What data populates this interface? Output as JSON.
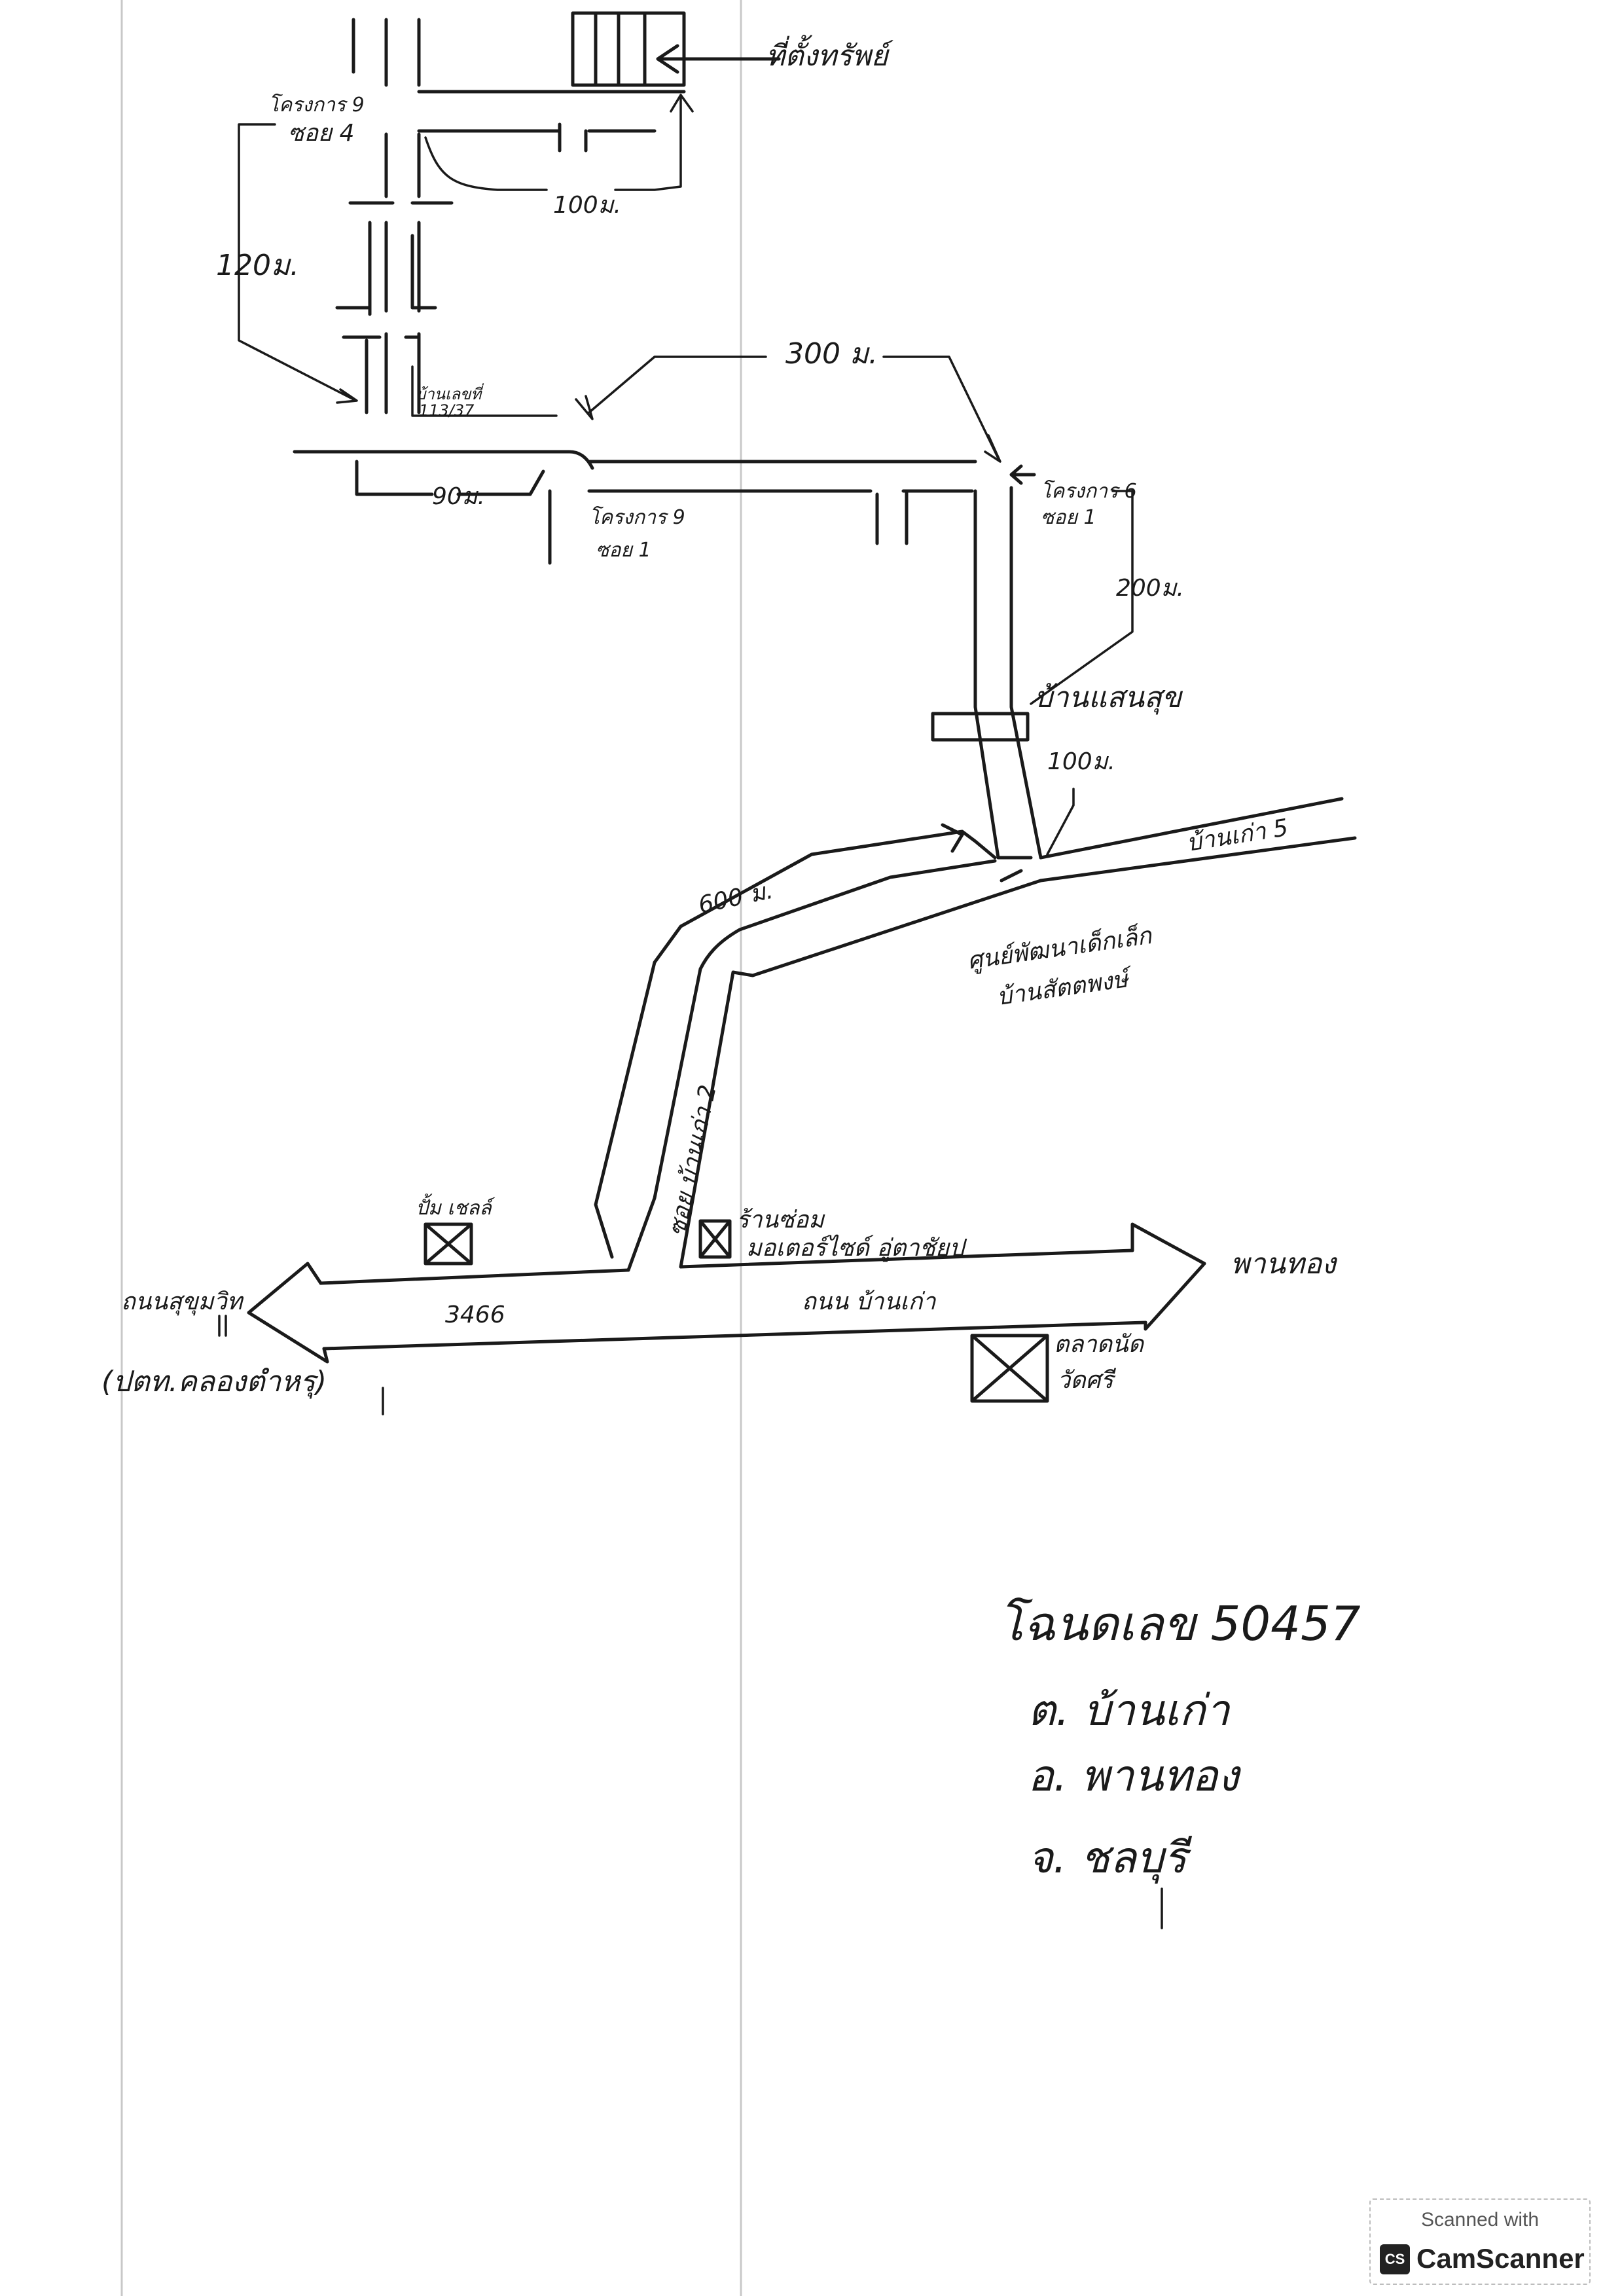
{
  "map": {
    "landmarks": {
      "property": "ที่ตั้งทรัพย์",
      "project9_soi4": [
        "โครงการ 9",
        "ซอย 4"
      ],
      "house_plate": [
        "บ้านเลขที่",
        "113/37"
      ],
      "project9_soi1": [
        "โครงการ 9",
        "ซอย 1"
      ],
      "project6_soi1": [
        "โครงการ 6",
        "ซอย 1"
      ],
      "baan_saen_sook": "บ้านแสนสุข",
      "child_center": [
        "ศูนย์พัฒนาเด็กเล็ก",
        "บ้านสัตตพงษ์"
      ],
      "gas_station": "ปั้ม เชลล์",
      "repair_shop": [
        "ร้านซ่อม",
        "มอเตอร์ไซด์ อู่ตาชัยป"
      ],
      "market": [
        "ตลาดนัด",
        "วัดศรี"
      ],
      "sukhumvit": "ถนนสุขุมวิท",
      "sukhumvit_sub": "(ปตท.คลองตำหรุ)",
      "phan_thong": "พานทอง",
      "soi_baan_kao_2": "ซอย บ้านเก่า 2",
      "baan_kao_5": "บ้านเก่า 5",
      "road_3466": "3466",
      "road_baan_kao": "ถนน บ้านเก่า"
    },
    "distances": {
      "d100_top": "100ม.",
      "d120": "120ม.",
      "d300": "300 ม.",
      "d90": "90ม.",
      "d200": "200ม.",
      "d100_mid": "100ม.",
      "d600": "600 ม."
    }
  },
  "deed": {
    "number_line": "โฉนดเลข 50457",
    "subdistrict": "ต. บ้านเก่า",
    "district": "อ. พานทอง",
    "province": "จ. ชลบุรี"
  },
  "watermark": {
    "scanned_with": "Scanned with",
    "logo": "CS",
    "name": "CamScanner"
  }
}
